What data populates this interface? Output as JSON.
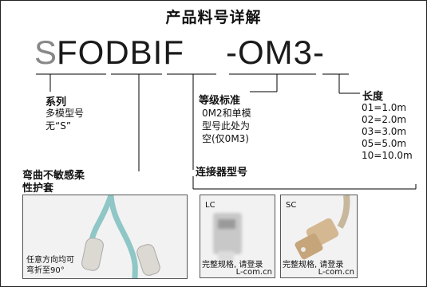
{
  "title": "产品料号详解",
  "part_code": {
    "series_letter": "S",
    "main": "FODBIF",
    "suffix": "-OM3-"
  },
  "series": {
    "heading": "系列",
    "lines": [
      "多模型号",
      "无“S”"
    ]
  },
  "grade": {
    "heading": "等级标准",
    "lines": [
      "0M2和单模",
      "型号此处为",
      "空(仅0M3)"
    ]
  },
  "length": {
    "heading": "长度",
    "options": [
      "01=1.0m",
      "02=2.0m",
      "03=3.0m",
      "05=5.0m",
      "10=10.0m"
    ]
  },
  "bend": {
    "heading_lines": [
      "弯曲不敏感柔",
      "性护套"
    ],
    "caption_lines": [
      "任意方向均可",
      "弯折至90°"
    ]
  },
  "connector": {
    "heading": "连接器型号",
    "panels": [
      {
        "tag": "LC",
        "caption": "完整规格, 请登录",
        "url": "L-com.cn"
      },
      {
        "tag": "SC",
        "caption": "完整规格, 请登录",
        "url": "L-com.cn"
      }
    ]
  }
}
